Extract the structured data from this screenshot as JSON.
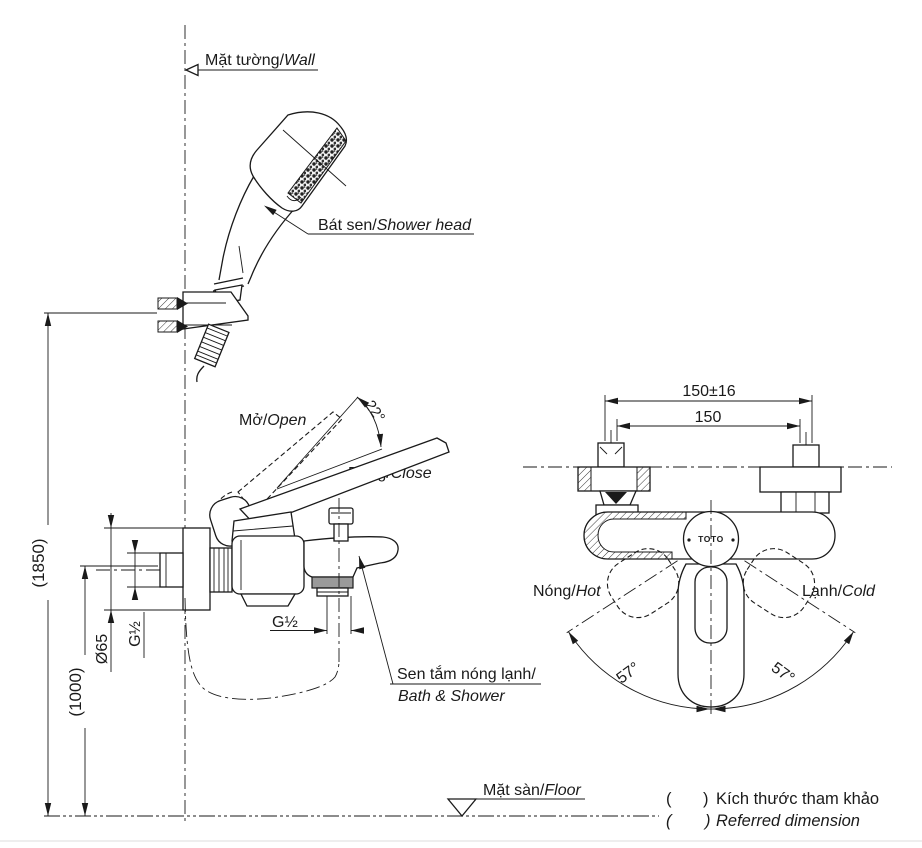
{
  "labels": {
    "wall": {
      "vi": "Mặt tường/",
      "en": "Wall"
    },
    "shower_head": {
      "vi": "Bát sen/",
      "en": "Shower head"
    },
    "open": {
      "vi": "Mở/",
      "en": "Open"
    },
    "close": {
      "vi": "Đóng/",
      "en": "Close"
    },
    "mixer": {
      "vi": "Sen tắm nóng lạnh/",
      "en": "Bath & Shower"
    },
    "floor": {
      "vi": "Mặt sàn/",
      "en": "Floor"
    },
    "hot": {
      "vi": "Nóng/",
      "en": "Hot"
    },
    "cold": {
      "vi": "Lạnh/",
      "en": "Cold"
    },
    "logo": "TOTO"
  },
  "dimensions": {
    "mount_height": "(1850)",
    "inlet_height": "(1000)",
    "flange_diameter": "Ø65",
    "inlet_thread": "G½",
    "spout_thread": "G½",
    "pitch_tolerance": "150±16",
    "pitch": "150",
    "open_angle": "22°",
    "swing_left": "57°",
    "swing_right": "57°"
  },
  "legend": {
    "paren_open": "(",
    "paren_close": ")",
    "note_vi": "Kích thước tham khảo",
    "note_en": "Referred dimension"
  },
  "colors": {
    "line": "#1a1a1a",
    "background": "#ffffff",
    "spout_ring": "#9a9a9a"
  }
}
